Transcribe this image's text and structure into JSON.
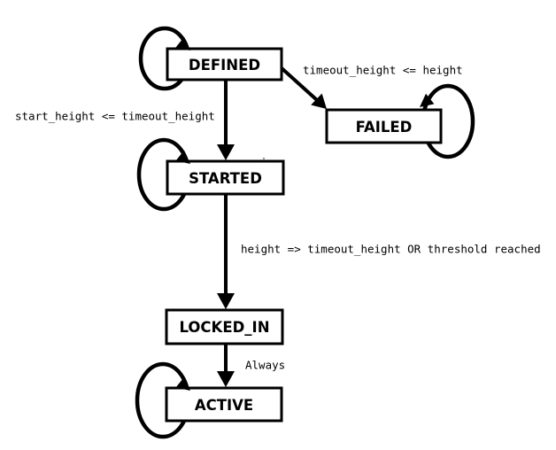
{
  "diagram": {
    "type": "state-machine",
    "background_color": "#ffffff",
    "line_color": "#000000",
    "box_fill_color": "#ffffff",
    "states": [
      {
        "id": "DEFINED",
        "label": "DEFINED",
        "has_self_loop": true,
        "self_loop_side": "left"
      },
      {
        "id": "FAILED",
        "label": "FAILED",
        "has_self_loop": true,
        "self_loop_side": "right"
      },
      {
        "id": "STARTED",
        "label": "STARTED",
        "has_self_loop": true,
        "self_loop_side": "left"
      },
      {
        "id": "LOCKED_IN",
        "label": "LOCKED_IN",
        "has_self_loop": false,
        "self_loop_side": null
      },
      {
        "id": "ACTIVE",
        "label": "ACTIVE",
        "has_self_loop": true,
        "self_loop_side": "left"
      }
    ],
    "transitions": [
      {
        "from": "DEFINED",
        "to": "FAILED",
        "label": "timeout_height <= height"
      },
      {
        "from": "DEFINED",
        "to": "STARTED",
        "label": "start_height <= timeout_height"
      },
      {
        "from": "STARTED",
        "to": "LOCKED_IN",
        "label": "height => timeout_height OR threshold reached"
      },
      {
        "from": "LOCKED_IN",
        "to": "ACTIVE",
        "label": "Always"
      }
    ]
  }
}
